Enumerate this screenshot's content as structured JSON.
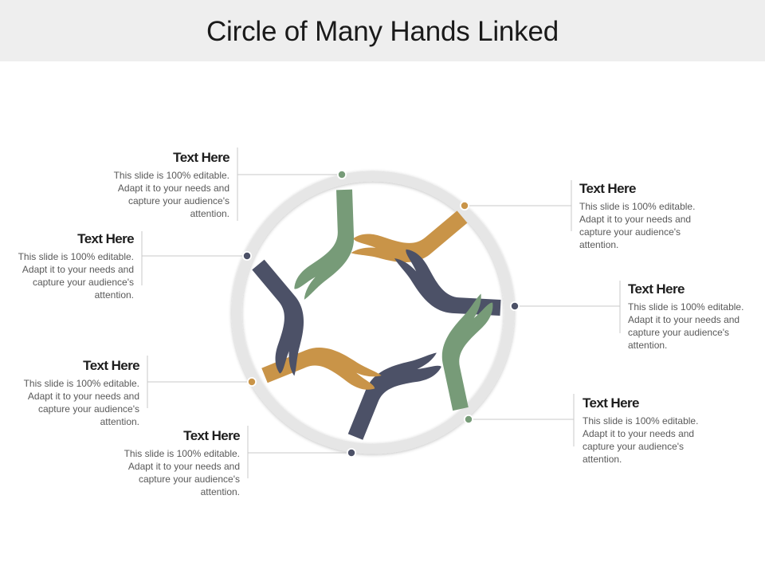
{
  "title": "Circle of Many Hands Linked",
  "colors": {
    "green": "#779b78",
    "orange": "#c99448",
    "slate": "#4c5167",
    "ring": "#e6e6e6"
  },
  "callouts": [
    {
      "title": "Text Here",
      "body": "This slide is 100% editable. Adapt it to your needs and capture your audience's attention."
    },
    {
      "title": "Text Here",
      "body": "This slide is 100% editable. Adapt it to your needs and capture your audience's attention."
    },
    {
      "title": "Text Here",
      "body": "This slide is 100% editable. Adapt it to your needs and capture your audience's attention."
    },
    {
      "title": "Text Here",
      "body": "This slide is 100% editable. Adapt it to your needs and capture your audience's attention."
    },
    {
      "title": "Text Here",
      "body": "This slide is 100% editable. Adapt it to your needs and capture your audience's attention."
    },
    {
      "title": "Text Here",
      "body": "This slide is 100% editable. Adapt it to your needs and capture your audience's attention."
    },
    {
      "title": "Text Here",
      "body": "This slide is 100% editable. Adapt it to your needs and capture your audience's attention."
    },
    {
      "title": "Text Here",
      "body": "This slide is 100% editable. Adapt it to your needs and capture your audience's attention."
    }
  ]
}
